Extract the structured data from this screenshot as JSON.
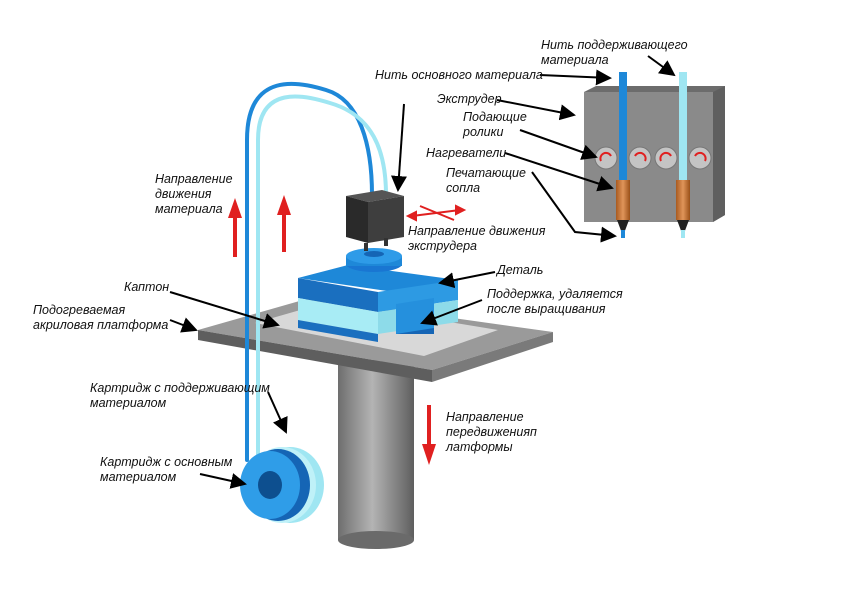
{
  "labels": {
    "support_filament": [
      "Нить поддерживающего",
      "материала"
    ],
    "main_filament": "Нить основного материала",
    "extruder": "Экструдер",
    "feed_rollers": [
      "Подающие",
      "ролики"
    ],
    "heaters": "Нагреватели",
    "nozzles": [
      "Печатающие",
      "сопла"
    ],
    "material_direction": [
      "Направление",
      "движения",
      "материала"
    ],
    "extruder_direction": [
      "Направление движения",
      "экструдера"
    ],
    "part": "Деталь",
    "kapton": "Каптон",
    "support_removed": [
      "Поддержка, удаляется",
      "после выращивания"
    ],
    "heated_platform": [
      "Подогреваемая",
      "акриловая платформа"
    ],
    "support_cartridge": [
      "Картридж с поддерживающим",
      "материалом"
    ],
    "platform_direction": [
      "Направление",
      "передвиженияп",
      "латформы"
    ],
    "main_cartridge": [
      "Картридж с основным",
      "материалом"
    ]
  },
  "colors": {
    "main_material": "#1e88d8",
    "support_material": "#9fe6f2",
    "machine_gray": "#8a8a8a",
    "extruder_dark": "#3a3a3a",
    "arrow_red": "#e02020",
    "heater_copper": "#c87a3a"
  }
}
